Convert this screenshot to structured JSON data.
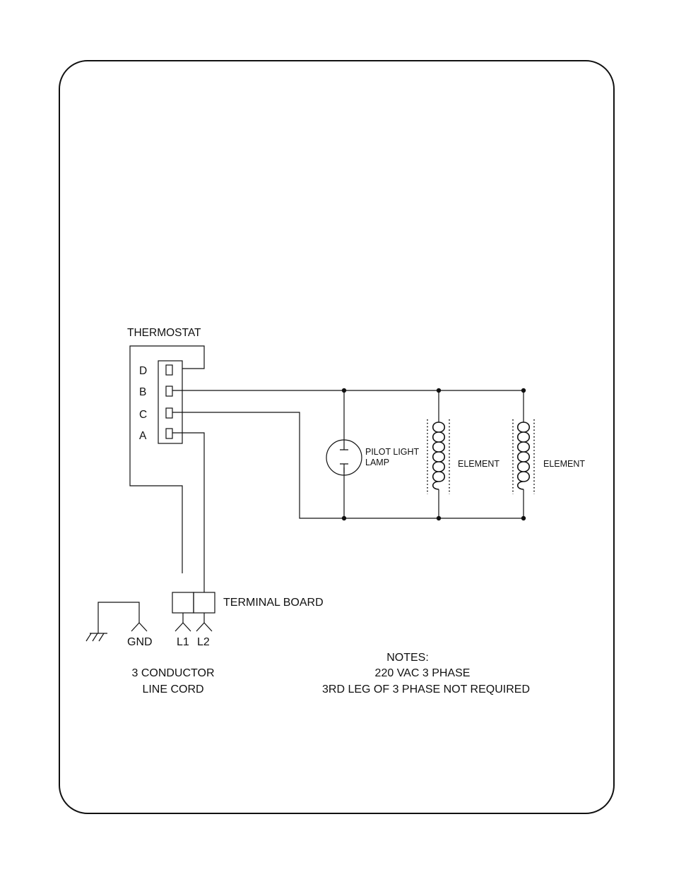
{
  "thermostat": {
    "title": "THERMOSTAT",
    "terminals": [
      "D",
      "B",
      "C",
      "A"
    ]
  },
  "pilot_lamp": {
    "line1": "PILOT LIGHT",
    "line2": "LAMP"
  },
  "elements": [
    {
      "label": "ELEMENT"
    },
    {
      "label": "ELEMENT"
    }
  ],
  "terminal_board": {
    "label": "TERMINAL BOARD"
  },
  "line_cord": {
    "gnd": "GND",
    "l1": "L1",
    "l2": "L2",
    "caption_line1": "3 CONDUCTOR",
    "caption_line2": "LINE CORD"
  },
  "notes": {
    "heading": "NOTES:",
    "line1": "220 VAC 3 PHASE",
    "line2": "3RD LEG OF 3 PHASE NOT REQUIRED"
  }
}
